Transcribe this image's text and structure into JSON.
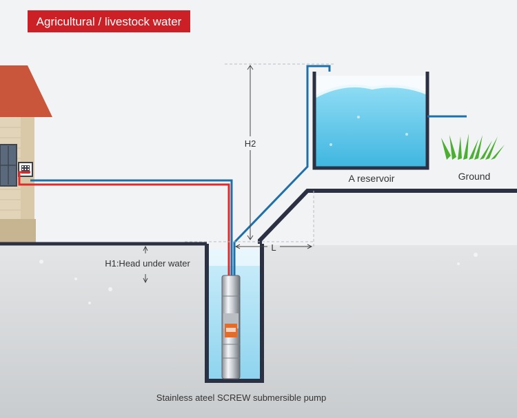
{
  "banner": {
    "title": "Agricultural / livestock water"
  },
  "labels": {
    "h2": "H2",
    "h1": "H1:Head under water",
    "distance": "L",
    "reservoir": "A reservoir",
    "ground": "Ground",
    "pump": "Stainless ateel SCREW submersible pump"
  },
  "colors": {
    "banner": "#cc2027",
    "pipe_blue": "#1f6fa8",
    "wire_red": "#e12a2a",
    "wall": "#2b3142",
    "water": "#7fd0ee",
    "roof": "#c9553a",
    "grass": "#4caf32"
  }
}
